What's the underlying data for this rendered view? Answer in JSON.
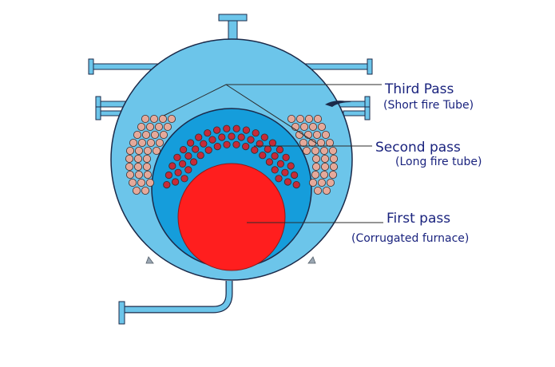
{
  "labels": {
    "third_pass": {
      "title": "Third Pass",
      "subtitle": "(Short fire Tube)"
    },
    "second_pass": {
      "title": "Second pass",
      "subtitle": "(Long fire tube)"
    },
    "first_pass": {
      "title": "First pass",
      "subtitle": "(Corrugated furnace)"
    }
  },
  "colors": {
    "shell_fill": "#6cc5ea",
    "chamber_fill": "#159ddb",
    "outline": "#1b2a4a",
    "furnace_fill": "#ff1e1e",
    "long_tube_fill": "#c62b38",
    "short_tube_fill": "#e5a99a",
    "label_text": "#1a237e"
  }
}
